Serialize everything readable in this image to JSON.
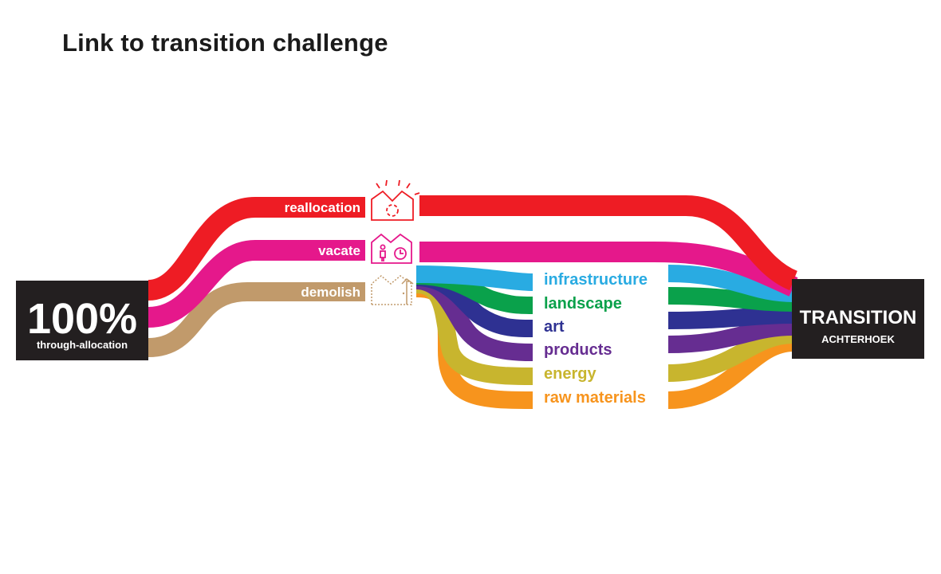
{
  "title": "Link to transition challenge",
  "source_box": {
    "big": "100%",
    "small": "through-allocation"
  },
  "target_box": {
    "title": "TRANSITION",
    "subtitle": "ACHTERHOEK"
  },
  "flows": [
    {
      "label": "reallocation",
      "color": "#ee1c24",
      "icon": "house-recycle-icon"
    },
    {
      "label": "vacate",
      "color": "#e5188b",
      "icon": "house-person-clock-icon"
    },
    {
      "label": "demolish",
      "color": "#c19a6b",
      "icon": "house-crane-icon"
    }
  ],
  "categories": [
    {
      "label": "infrastructure",
      "color": "#29abe2"
    },
    {
      "label": "landscape",
      "color": "#0aa14b"
    },
    {
      "label": "art",
      "color": "#2e3192"
    },
    {
      "label": "products",
      "color": "#662d91"
    },
    {
      "label": "energy",
      "color": "#c8b52e"
    },
    {
      "label": "raw materials",
      "color": "#f7941d"
    }
  ]
}
